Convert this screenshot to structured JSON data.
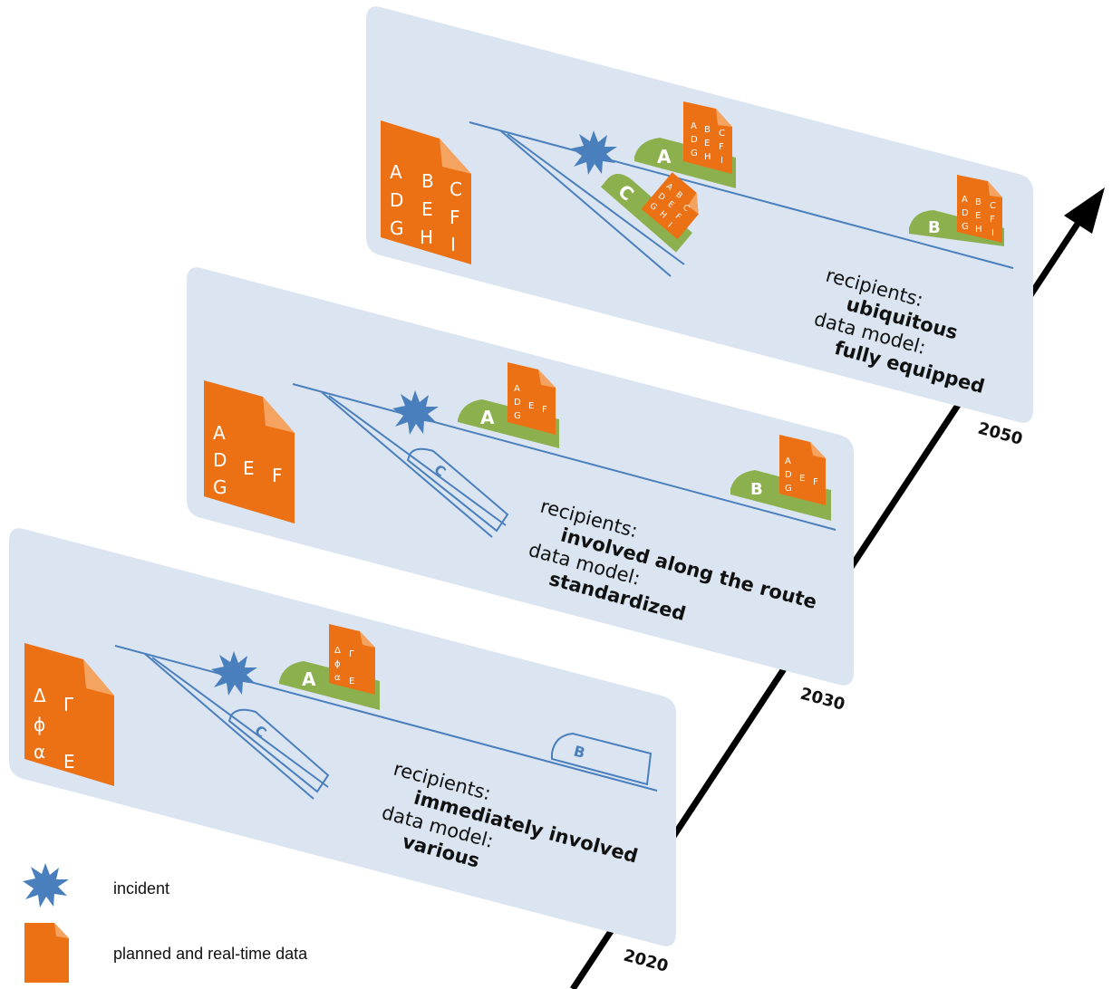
{
  "colors": {
    "panel": "#dbe5f1",
    "road": "#4a7fbd",
    "orange": "#ec7014",
    "orange_fold": "#f4a460",
    "green": "#8db04f",
    "incident": "#4a7fbd",
    "arrow": "#000000"
  },
  "panels": [
    {
      "year": "2020",
      "recipients_label": "recipients:",
      "recipients_value": "immediately involved",
      "model_label": "data model:",
      "model_value": "various",
      "big_doc": [
        "Δ",
        "Γ",
        "ϕ",
        "α",
        "E"
      ],
      "vehicle_a": {
        "label": "A",
        "doc": [
          "Δ",
          "Γ",
          "ϕ",
          "α",
          "E"
        ]
      },
      "vehicle_b": {
        "label": "B"
      },
      "vehicle_c": {
        "label": "C"
      }
    },
    {
      "year": "2030",
      "recipients_label": "recipients:",
      "recipients_value": "involved along the route",
      "model_label": "data model:",
      "model_value": "standardized",
      "big_doc": [
        "A",
        "D",
        "E",
        "F",
        "G"
      ],
      "vehicle_a": {
        "label": "A",
        "doc": [
          "A",
          "D",
          "E",
          "F",
          "G"
        ]
      },
      "vehicle_b": {
        "label": "B",
        "doc": [
          "A",
          "D",
          "E",
          "F",
          "G"
        ]
      },
      "vehicle_c": {
        "label": "C"
      }
    },
    {
      "year": "2050",
      "recipients_label": "recipients:",
      "recipients_value": "ubiquitous",
      "model_label": "data model:",
      "model_value": "fully equipped",
      "big_doc": [
        "A",
        "B",
        "C",
        "D",
        "E",
        "F",
        "G",
        "H",
        "I"
      ],
      "vehicle_a": {
        "label": "A",
        "doc": [
          "A",
          "B",
          "C",
          "D",
          "E",
          "F",
          "G",
          "H",
          "I"
        ]
      },
      "vehicle_b": {
        "label": "B",
        "doc": [
          "A",
          "B",
          "C",
          "D",
          "E",
          "F",
          "G",
          "H",
          "I"
        ]
      },
      "vehicle_c": {
        "label": "C",
        "doc": [
          "A",
          "B",
          "C",
          "D",
          "E",
          "F",
          "G",
          "H",
          "I"
        ]
      }
    }
  ],
  "legend": {
    "incident": "incident",
    "data": "planned and real-time data"
  }
}
